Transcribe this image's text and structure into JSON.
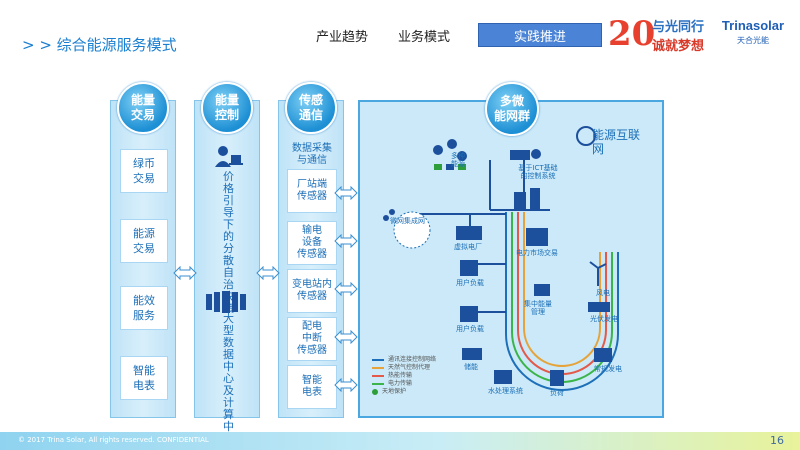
{
  "header": {
    "title": "> > 综合能源服务模式",
    "nav": [
      "产业趋势",
      "业务模式"
    ],
    "active_nav": "实践推进",
    "logo_20": {
      "num": "20",
      "line1": "与光同行",
      "line2": "诚就梦想"
    },
    "logo_trina": {
      "word": "Trinasolar",
      "cn": "天合光能"
    }
  },
  "columns": {
    "trading": {
      "title": "能量\n交易",
      "items": [
        "绿币\n交易",
        "能源\n交易",
        "能效\n服务",
        "智能\n电表"
      ]
    },
    "control": {
      "title": "能量\n控制",
      "text1": "价格引导下的分散自治决策",
      "text2": "大型数据中心及计算中心",
      "icon1": "person-computer-icon",
      "icon2": "server-rack-icon"
    },
    "sensing": {
      "title": "传感\n通信",
      "subtitle": "数据采集\n与通信",
      "items": [
        "厂站端\n传感器",
        "输电\n设备\n传感器",
        "变电站内\n传感器",
        "配电\n中断\n传感器",
        "智能\n电表"
      ]
    }
  },
  "panel": {
    "title": "多微\n能网群",
    "internet_title": "能源互联\n网",
    "labels": {
      "multi": "多种\n能源",
      "ict": "基于ICT基础\n的控制系统",
      "microgrid": "微网集成网",
      "vpp": "虚拟电厂",
      "market": "电力市场交易",
      "user1": "用户负载",
      "user2": "用户负载",
      "central": "集中能量\n管理",
      "wind": "风电",
      "pv": "光伏发电",
      "conv": "常规发电",
      "storage": "储能",
      "water": "水处理系统",
      "load": "负荷"
    },
    "legend": [
      "通讯连接控制网络",
      "天然气控制代理",
      "热能传输",
      "电力传输",
      "天地保护"
    ],
    "legend_colors": [
      "#1c6fb8",
      "#e6a33a",
      "#e35a4a",
      "#3bb54a",
      "#2e9e3a"
    ]
  },
  "footer": {
    "copyright": "© 2017 Trina Solar, All rights reserved. CONFIDENTIAL",
    "page": "16"
  }
}
